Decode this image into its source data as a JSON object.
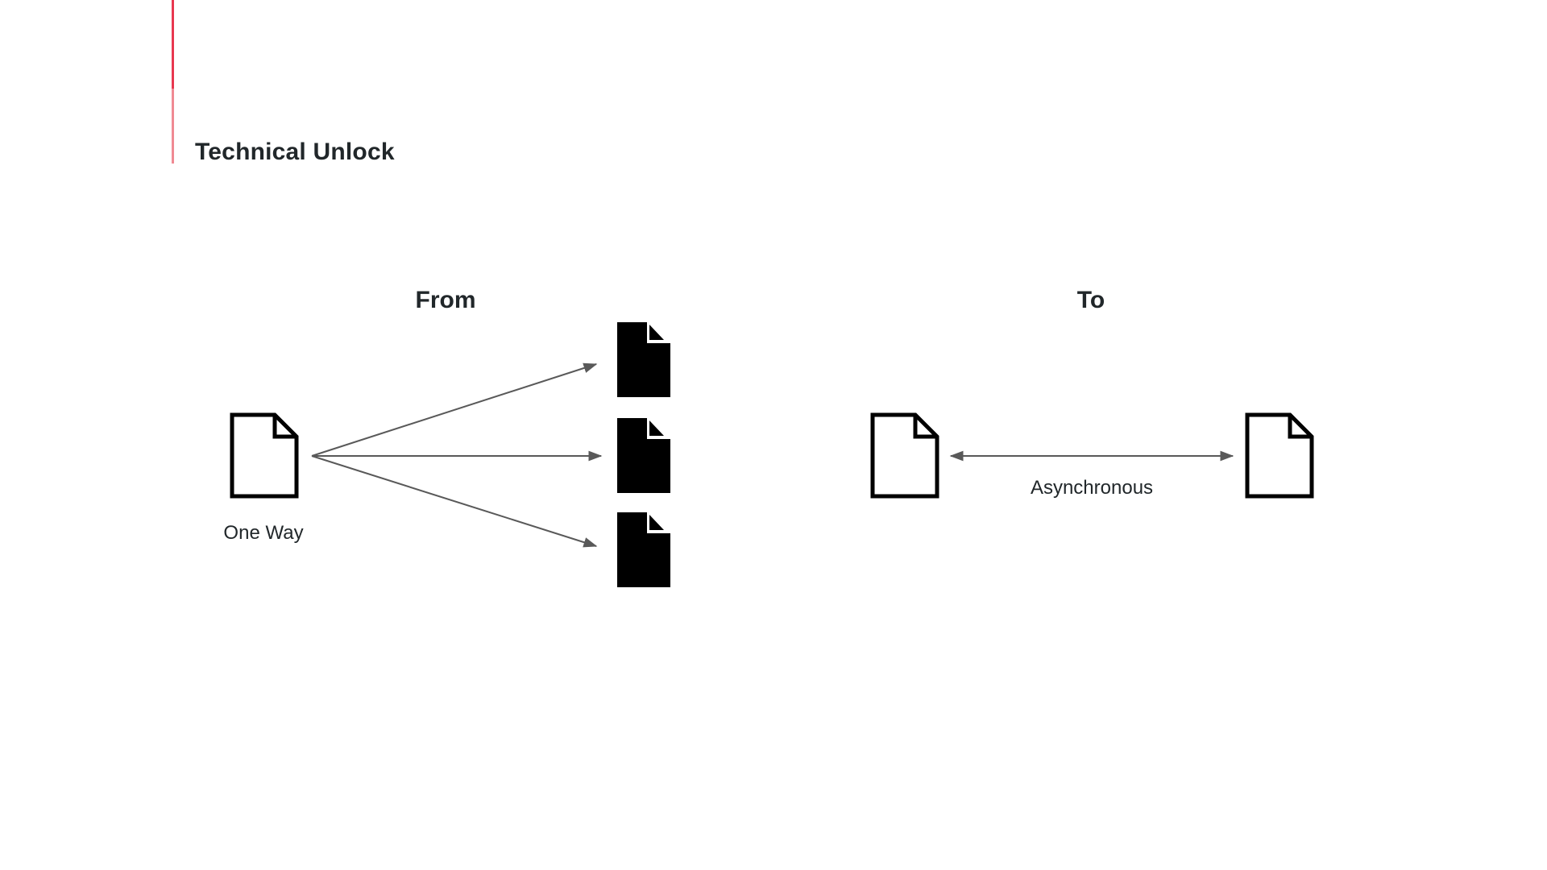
{
  "page": {
    "title": "Technical Unlock"
  },
  "sections": {
    "from": {
      "heading": "From",
      "source_label": "One Way"
    },
    "to": {
      "heading": "To",
      "arrow_label": "Asynchronous"
    }
  },
  "icons": {
    "source_document": "document-outline-icon",
    "target_document": "document-filled-icon"
  },
  "colors": {
    "accent": "#e8384f",
    "accent_light": "#f08a93",
    "arrow": "#595959",
    "icon": "#000000",
    "text": "#21272a",
    "background": "#ffffff"
  }
}
